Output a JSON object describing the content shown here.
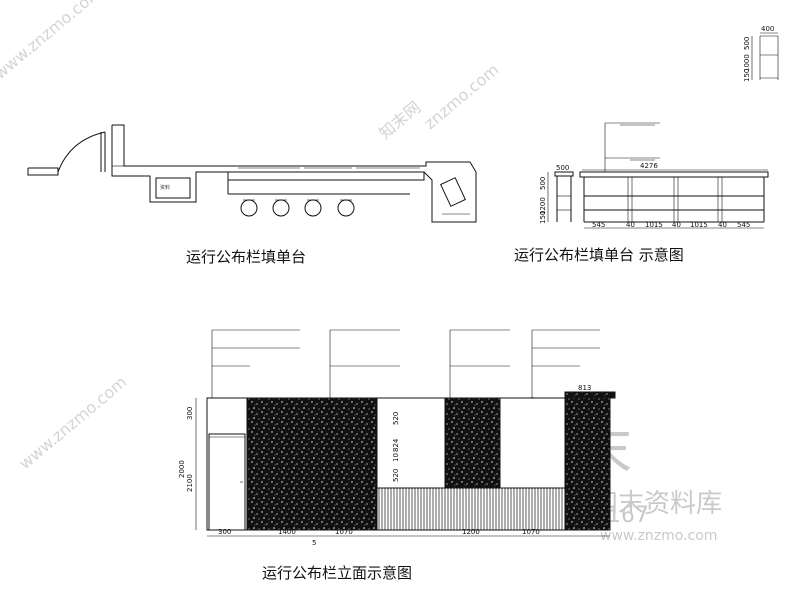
{
  "captions": {
    "plan": "运行公布栏填单台",
    "schematic": "运行公布栏填单台 示意图",
    "elevation": "运行公布栏立面示意图"
  },
  "plan": {
    "tag": "资料"
  },
  "schematic": {
    "total_width": "4276",
    "top_dim": "400",
    "side_dims": [
      "500",
      "1000",
      "150"
    ],
    "left_dims": [
      "500",
      "1200",
      "150"
    ],
    "bottom_dims": [
      "545",
      "40",
      "1015",
      "40",
      "1015",
      "40",
      "545"
    ]
  },
  "elevation": {
    "left_vertical": [
      "300",
      "2000",
      "2100"
    ],
    "right_dim": "813",
    "mid_vertical": [
      "520",
      "824",
      "10",
      "520"
    ],
    "bottom_dims": [
      "300",
      "1400",
      "1070",
      "1200",
      "1070"
    ],
    "bottom_extra": "5"
  },
  "watermarks": {
    "site": "www.znzmo.com",
    "brand_cn": "知末",
    "brand_net": "知末网",
    "library": "知末资料库",
    "id_text": "ID:632144167",
    "url": "www.znzmo.com",
    "diag_a": "www.znzmo.com",
    "diag_b": "znzmo.com"
  },
  "colors": {
    "ink": "#111111",
    "watermark": "#cfcfcf"
  }
}
